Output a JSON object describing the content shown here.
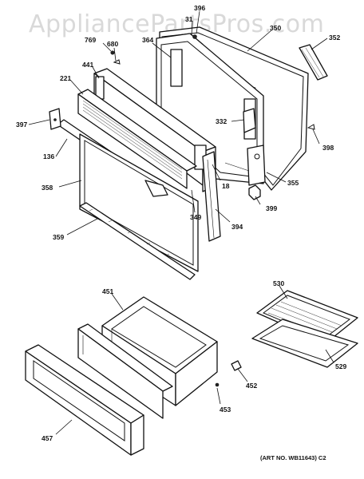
{
  "watermark": "AppliancePartsPros.com",
  "art_no": "(ART NO. WB11643) C2",
  "callouts": {
    "p396": "396",
    "p310": "31",
    "p350": "350",
    "p352": "352",
    "p769": "769",
    "p680": "680",
    "p364": "364",
    "p441": "441",
    "p221": "221",
    "p332": "332",
    "p397": "397",
    "p398": "398",
    "p136": "136",
    "p18": "18",
    "p355": "355",
    "p358": "358",
    "p349": "349",
    "p399": "399",
    "p394": "394",
    "p359": "359",
    "p530": "530",
    "p451": "451",
    "p529": "529",
    "p452": "452",
    "p453": "453",
    "p457": "457"
  }
}
